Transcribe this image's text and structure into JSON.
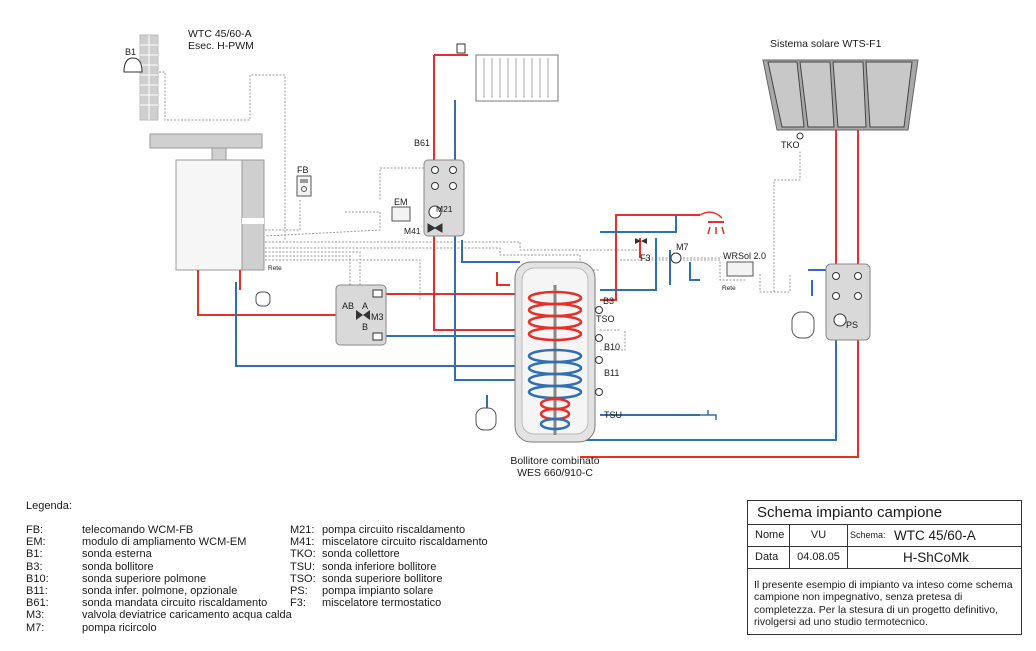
{
  "diagram": {
    "boiler_model": "WTC 45/60-A",
    "boiler_variant": "Esec. H-PWM",
    "solar_system": "Sistema solare WTS-F1",
    "cylinder_name": "Bollitore combinato",
    "cylinder_model": "WES 660/910-C",
    "rete_label": "Rete",
    "labels": {
      "b1": "B1",
      "fb": "FB",
      "em": "EM",
      "b61": "B61",
      "m21": "M21",
      "m41": "M41",
      "ab": "AB",
      "a": "A",
      "b": "B",
      "m3": "M3",
      "f3": "F3",
      "m7": "M7",
      "b3": "B3",
      "tso": "TSO",
      "b10": "B10",
      "b11": "B11",
      "tsu": "TSU",
      "tko": "TKO",
      "wrsol": "WRSol 2.0",
      "ps": "PS"
    },
    "colors": {
      "flow": "#e5302a",
      "return": "#2f6fb5",
      "signal": "#9a9a9a",
      "unit": "#d9d9d9"
    }
  },
  "legend": {
    "title": "Legenda:",
    "col1": [
      {
        "key": "FB:",
        "text": "telecomando WCM-FB"
      },
      {
        "key": "EM:",
        "text": "modulo di ampliamento WCM-EM"
      },
      {
        "key": "B1:",
        "text": "sonda esterna"
      },
      {
        "key": "B3:",
        "text": "sonda bollitore"
      },
      {
        "key": "B10:",
        "text": "sonda superiore polmone"
      },
      {
        "key": "B11:",
        "text": "sonda infer. polmone, opzionale"
      },
      {
        "key": "B61:",
        "text": "sonda mandata circuito riscaldamento"
      },
      {
        "key": "M3:",
        "text": "valvola deviatrice caricamento acqua calda"
      },
      {
        "key": "M7:",
        "text": "pompa ricircolo"
      }
    ],
    "col2": [
      {
        "key": "M21:",
        "text": "pompa circuito riscaldamento"
      },
      {
        "key": "M41:",
        "text": "miscelatore circuito riscaldamento"
      },
      {
        "key": "TKO:",
        "text": "sonda collettore"
      },
      {
        "key": "TSU:",
        "text": "sonda inferiore bollitore"
      },
      {
        "key": "TSO:",
        "text": "sonda superiore bollitore"
      },
      {
        "key": "PS:",
        "text": "pompa impianto solare"
      },
      {
        "key": "F3:",
        "text": "miscelatore termostatico"
      }
    ]
  },
  "title_block": {
    "title": "Schema impianto campione",
    "nome_label": "Nome",
    "nome_value": "VU",
    "schema_label": "Schema:",
    "schema_value": "WTC 45/60-A",
    "data_label": "Data",
    "data_value": "04.08.05",
    "schema_code": "H-ShCoMk",
    "note": "Il presente esempio di impianto va inteso come schema campione non impegnativo, senza pretesa di completezza. Per la stesura di un progetto definitivo, rivolgersi ad uno studio termotecnico."
  }
}
